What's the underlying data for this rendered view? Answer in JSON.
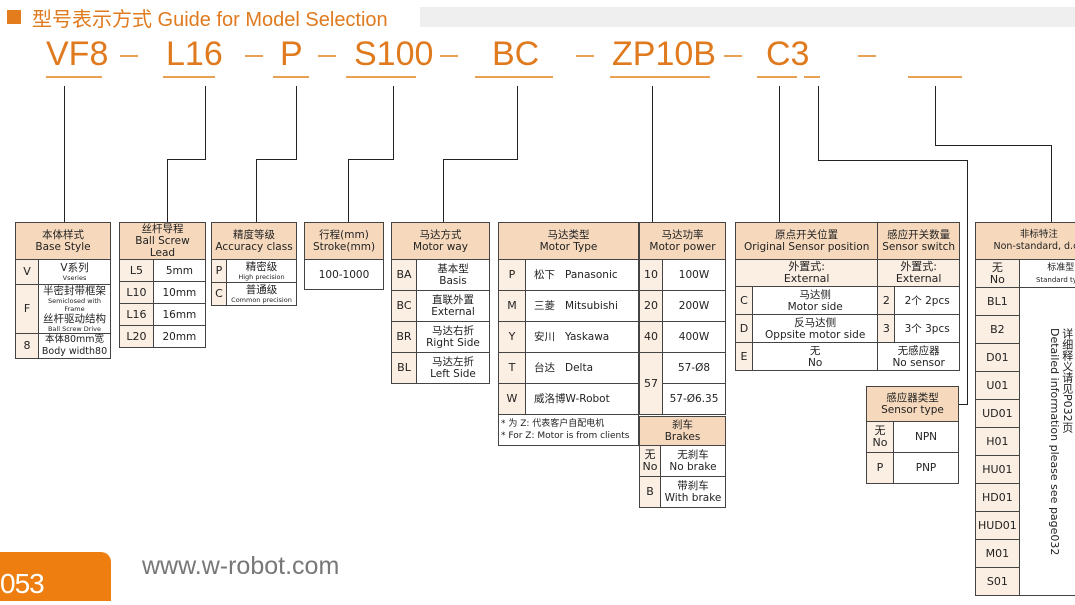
{
  "header": {
    "title": "型号表示方式 Guide for Model Selection",
    "accent": "#e07a1e"
  },
  "model_code": {
    "parts": [
      "VF8",
      "L16",
      "P",
      "S100",
      "BC",
      "ZP10B",
      "C3",
      "",
      ""
    ],
    "separator": "—"
  },
  "base_style": {
    "title_cn": "本体样式",
    "title_en": "Base Style",
    "rows": [
      {
        "code": "V",
        "cn": "V系列",
        "en": "Vseries"
      },
      {
        "code": "F",
        "cn": "半密封带框架",
        "en": "Semiclosed with Frame",
        "cn2": "丝杆驱动结构",
        "en2": "Ball Screw Drive"
      },
      {
        "code": "8",
        "cn": "本体80mm宽",
        "en": "Body width80"
      }
    ]
  },
  "ball_screw": {
    "title_cn": "丝杆导程",
    "title_en": "Ball Screw Lead",
    "rows": [
      {
        "code": "L5",
        "value": "5mm"
      },
      {
        "code": "L10",
        "value": "10mm"
      },
      {
        "code": "L16",
        "value": "16mm"
      },
      {
        "code": "L20",
        "value": "20mm"
      }
    ]
  },
  "accuracy": {
    "title_cn": "精度等级",
    "title_en": "Accuracy class",
    "rows": [
      {
        "code": "P",
        "cn": "精密级",
        "en": "High precision"
      },
      {
        "code": "C",
        "cn": "普通级",
        "en": "Common precision"
      }
    ]
  },
  "stroke": {
    "title_cn": "行程(mm)",
    "title_en": "Stroke(mm)",
    "value": "100-1000"
  },
  "motor_way": {
    "title_cn": "马达方式",
    "title_en": "Motor way",
    "rows": [
      {
        "code": "BA",
        "cn": "基本型",
        "en": "Basis"
      },
      {
        "code": "BC",
        "cn": "直联外置",
        "en": "External"
      },
      {
        "code": "BR",
        "cn": "马达右折",
        "en": "Right Side"
      },
      {
        "code": "BL",
        "cn": "马达左折",
        "en": "Left Side"
      }
    ]
  },
  "motor_type": {
    "title_cn": "马达类型",
    "title_en": "Motor Type",
    "rows": [
      {
        "code": "P",
        "cn": "松下",
        "en": "Panasonic"
      },
      {
        "code": "M",
        "cn": "三菱",
        "en": "Mitsubishi"
      },
      {
        "code": "Y",
        "cn": "安川",
        "en": "Yaskawa"
      },
      {
        "code": "T",
        "cn": "台达",
        "en": "Delta"
      },
      {
        "code": "W",
        "cn": "威洛博W-Robot",
        "en": ""
      }
    ],
    "note_cn": "* 为 Z: 代表客户自配电机",
    "note_en": "* For Z: Motor is from clients"
  },
  "motor_power": {
    "title_cn": "马达功率",
    "title_en": "Motor power",
    "rows": [
      {
        "code": "10",
        "value": "100W"
      },
      {
        "code": "20",
        "value": "200W"
      },
      {
        "code": "40",
        "value": "400W"
      },
      {
        "code": "57",
        "value": "57-Ø8",
        "value2": "57-Ø6.35"
      }
    ]
  },
  "brakes": {
    "title_cn": "刹车",
    "title_en": "Brakes",
    "rows": [
      {
        "code_cn": "无",
        "code": "No",
        "cn": "无刹车",
        "en": "No brake"
      },
      {
        "code": "B",
        "cn": "带刹车",
        "en": "With brake"
      }
    ]
  },
  "origin_sensor": {
    "title_cn": "原点开关位置",
    "title_en": "Original Sensor position",
    "sub_cn": "外置式:",
    "sub_en": "External",
    "rows": [
      {
        "code": "C",
        "cn": "马达侧",
        "en": "Motor side"
      },
      {
        "code": "D",
        "cn": "反马达侧",
        "en": "Oppsite motor side"
      },
      {
        "code": "E",
        "cn": "无",
        "en": "No"
      }
    ]
  },
  "sensor_switch": {
    "title_cn": "感应开关数量",
    "title_en": "Sensor switch",
    "sub_cn": "外置式:",
    "sub_en": "External",
    "rows": [
      {
        "code": "2",
        "value": "2个   2pcs"
      },
      {
        "code": "3",
        "value": "3个   3pcs"
      }
    ],
    "none_cn": "无感应器",
    "none_en": "No sensor"
  },
  "sensor_type": {
    "title_cn": "感应器类型",
    "title_en": "Sensor type",
    "rows": [
      {
        "code_cn": "无",
        "code": "No",
        "value": "NPN"
      },
      {
        "code": "P",
        "value": "PNP"
      }
    ]
  },
  "non_standard": {
    "title_cn": "非标特注",
    "title_en": "Non-standard, d.c.,",
    "first": {
      "code_cn": "无",
      "code": "No",
      "cn": "标准型",
      "en": "Standard type"
    },
    "codes": [
      "BL1",
      "B2",
      "D01",
      "U01",
      "UD01",
      "H01",
      "HU01",
      "HD01",
      "HUD01",
      "M01",
      "S01"
    ],
    "note_cn": "详细释义请见P032页",
    "note_en": "Detailed information please see page032"
  },
  "footer": {
    "page": "053",
    "url": "www.w-robot.com"
  }
}
